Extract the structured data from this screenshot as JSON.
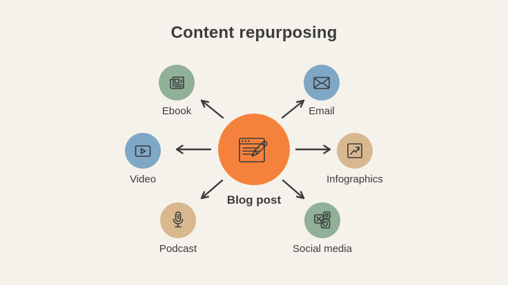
{
  "title": "Content repurposing",
  "colors": {
    "background": "#F5F2EB",
    "text": "#3B3B3B",
    "icon_stroke": "#3A3A3A",
    "center_orange": "#F5823C",
    "green": "#90B097",
    "blue": "#7FA7C6",
    "tan": "#D9B88F"
  },
  "center": {
    "label": "Blog post",
    "icon": "blog-post-icon",
    "color": "#F5823C"
  },
  "nodes": [
    {
      "label": "Ebook",
      "icon": "ebook-icon",
      "color": "#90B097"
    },
    {
      "label": "Email",
      "icon": "email-icon",
      "color": "#7FA7C6"
    },
    {
      "label": "Video",
      "icon": "video-icon",
      "color": "#7FA7C6"
    },
    {
      "label": "Infographics",
      "icon": "infographics-icon",
      "color": "#D9B88F"
    },
    {
      "label": "Podcast",
      "icon": "podcast-icon",
      "color": "#D9B88F"
    },
    {
      "label": "Social media",
      "icon": "social-media-icon",
      "color": "#90B097"
    }
  ]
}
